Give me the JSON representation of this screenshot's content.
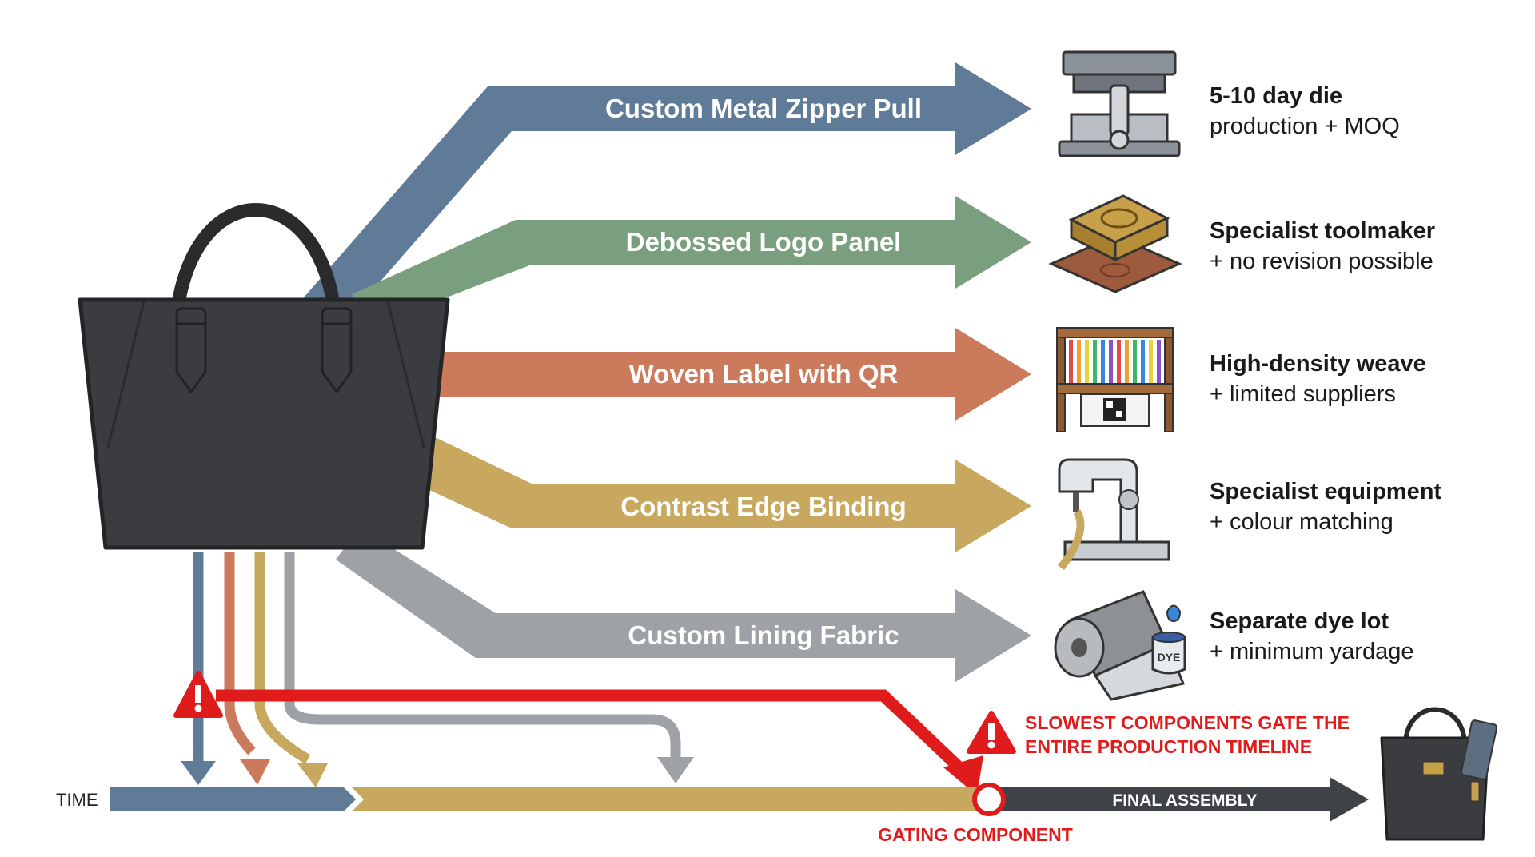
{
  "components": [
    {
      "label": "Custom Metal Zipper Pull",
      "note_bold": "5-10 day die",
      "note_rest": "production + MOQ",
      "color": "#5f7b98",
      "icon": "die-press-icon"
    },
    {
      "label": "Debossed Logo Panel",
      "note_bold": "Specialist toolmaker",
      "note_rest": "+ no revision possible",
      "color": "#7a9f7e",
      "icon": "deboss-stamp-icon"
    },
    {
      "label": "Woven Label with QR",
      "note_bold": "High-density weave",
      "note_rest": "+ limited suppliers",
      "color": "#cc7a5c",
      "icon": "loom-icon"
    },
    {
      "label": "Contrast Edge Binding",
      "note_bold": "Specialist equipment",
      "note_rest": "+ colour matching",
      "color": "#c8a75f",
      "icon": "sewing-machine-icon"
    },
    {
      "label": "Custom Lining Fabric",
      "note_bold": "Separate dye lot",
      "note_rest": "+ minimum yardage",
      "color": "#9ea1a5",
      "icon": "fabric-roll-icon"
    }
  ],
  "timeline": {
    "time_label": "TIME",
    "final_assembly": "FINAL ASSEMBLY",
    "gating_component": "GATING COMPONENT",
    "warning_line1": "SLOWEST COMPONENTS GATE THE",
    "warning_line2": "ENTIRE PRODUCTION TIMELINE",
    "dye_label": "DYE"
  },
  "colors": {
    "warning": "#e01b1b",
    "bag": "#3a3c3f",
    "final": "#3f4247",
    "timeline_blue": "#5f7b98",
    "timeline_gold": "#c8a75f"
  }
}
